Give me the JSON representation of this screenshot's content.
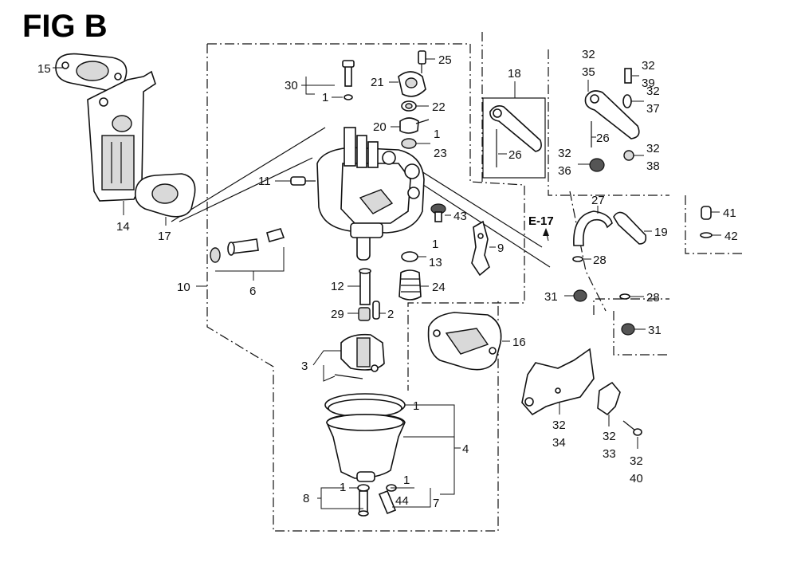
{
  "figure": {
    "title": "FIG B"
  },
  "reference": {
    "label": "E-17"
  },
  "callouts": {
    "c15": "15",
    "c14": "14",
    "c17": "17",
    "c10": "10",
    "c30": "30",
    "c1a": "1",
    "c11": "11",
    "c6": "6",
    "c12": "12",
    "c29": "29",
    "c2": "2",
    "c3": "3",
    "c1b": "1",
    "c4": "4",
    "c8": "8",
    "c1c": "1",
    "c1d": "1",
    "c44": "44",
    "c7": "7",
    "c25": "25",
    "c21": "21",
    "c22": "22",
    "c20": "20",
    "c1e": "1",
    "c23": "23",
    "c43": "43",
    "c1f": "1",
    "c13": "13",
    "c24": "24",
    "c9": "9",
    "c16": "16",
    "c18": "18",
    "c26a": "26",
    "c32a": "32",
    "c35": "35",
    "c32b": "32",
    "c39": "39",
    "c32c": "32",
    "c37": "37",
    "c26b": "26",
    "c32d": "32",
    "c36": "36",
    "c32e": "32",
    "c38": "38",
    "c27": "27",
    "c19": "19",
    "c28a": "28",
    "c28b": "28",
    "c31a": "31",
    "c31b": "31",
    "c41": "41",
    "c42": "42",
    "c32f": "32",
    "c34": "34",
    "c32g": "32",
    "c33": "33",
    "c32h": "32",
    "c40": "40"
  }
}
